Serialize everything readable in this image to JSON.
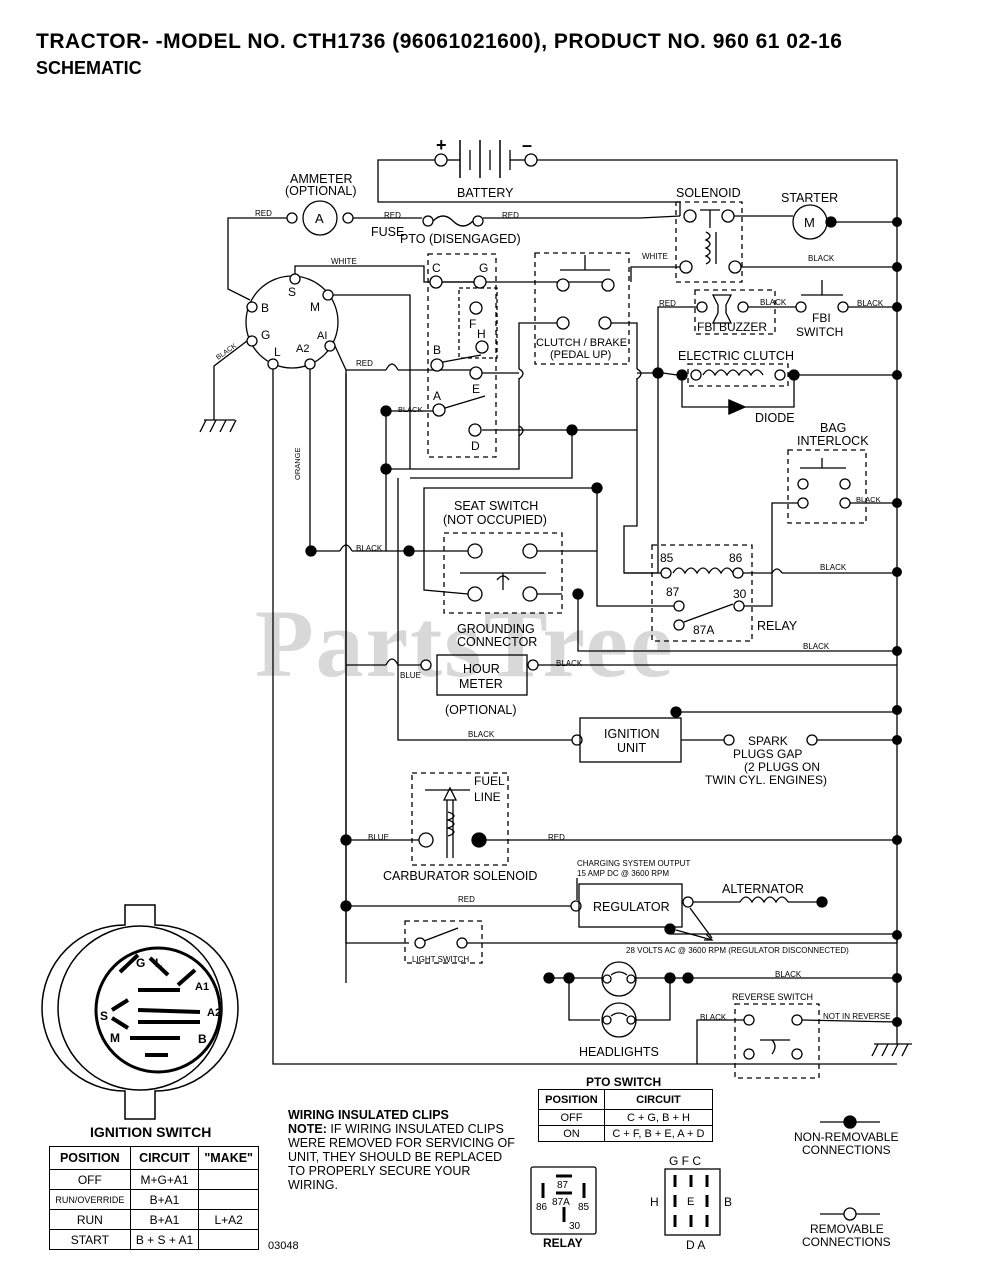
{
  "header": {
    "title": "TRACTOR- -MODEL NO. CTH1736 (96061021600), PRODUCT NO. 960 61 02-16",
    "subtitle": "SCHEMATIC"
  },
  "watermark": "PartsTree",
  "labels": {
    "battery": "BATTERY",
    "ammeter": "AMMETER",
    "ammeter_opt": "(OPTIONAL)",
    "ammeter_letter": "A",
    "fuse": "FUSE",
    "pto_disengaged": "PTO (DISENGAGED)",
    "solenoid": "SOLENOID",
    "starter": "STARTER",
    "starter_letter": "M",
    "fbi_buzzer": "FBI BUZZER",
    "fbi_switch_1": "FBI",
    "fbi_switch_2": "SWITCH",
    "clutch_brake_1": "CLUTCH / BRAKE",
    "clutch_brake_2": "(PEDAL UP)",
    "electric_clutch": "ELECTRIC CLUTCH",
    "diode": "DIODE",
    "bag_interlock_1": "BAG",
    "bag_interlock_2": "INTERLOCK",
    "seat_switch_1": "SEAT SWITCH",
    "seat_switch_2": "(NOT OCCUPIED)",
    "grounding_1": "GROUNDING",
    "grounding_2": "CONNECTOR",
    "relay": "RELAY",
    "relay_85": "85",
    "relay_86": "86",
    "relay_87": "87",
    "relay_30": "30",
    "relay_87a": "87A",
    "hour_meter_1": "HOUR",
    "hour_meter_2": "METER",
    "hour_meter_opt": "(OPTIONAL)",
    "ignition_unit_1": "IGNITION",
    "ignition_unit_2": "UNIT",
    "spark_1": "SPARK",
    "spark_2": "PLUGS GAP",
    "spark_3": "(2 PLUGS ON",
    "spark_4": "TWIN CYL. ENGINES)",
    "fuel_line_1": "FUEL",
    "fuel_line_2": "LINE",
    "carb_solenoid": "CARBURATOR SOLENOID",
    "charging_1": "CHARGING SYSTEM OUTPUT",
    "charging_2": "15 AMP DC @ 3600 RPM",
    "regulator": "REGULATOR",
    "alternator": "ALTERNATOR",
    "ac_note": "28 VOLTS AC @ 3600 RPM (REGULATOR DISCONNECTED)",
    "light_switch": "LIGHT SWITCH",
    "headlights": "HEADLIGHTS",
    "reverse_switch": "REVERSE SWITCH",
    "not_in_reverse": "NOT IN REVERSE",
    "ignition_switch": "IGNITION SWITCH",
    "pto_switch": "PTO SWITCH",
    "non_removable_1": "NON-REMOVABLE",
    "non_removable_2": "CONNECTIONS",
    "removable_1": "REMOVABLE",
    "removable_2": "CONNECTIONS",
    "relay_pinout": "RELAY",
    "doc_number": "03048",
    "plus": "+",
    "minus": "–"
  },
  "ignition_terminals": [
    "B",
    "S",
    "M",
    "G",
    "L",
    "A2",
    "AI"
  ],
  "pto_terminals": [
    "C",
    "G",
    "F",
    "H",
    "B",
    "E",
    "A",
    "D"
  ],
  "wire_colors": {
    "red": "RED",
    "white": "WHITE",
    "black": "BLACK",
    "orange": "ORANGE",
    "blue": "BLUE"
  },
  "note": {
    "heading": "WIRING INSULATED CLIPS",
    "label": "NOTE:",
    "text": "IF WIRING INSULATED CLIPS WERE REMOVED FOR SERVICING OF UNIT, THEY SHOULD BE REPLACED TO PROPERLY SECURE YOUR WIRING."
  },
  "ignition_table": {
    "headers": [
      "POSITION",
      "CIRCUIT",
      "\"MAKE\""
    ],
    "rows": [
      [
        "OFF",
        "M+G+A1",
        ""
      ],
      [
        "RUN/OVERRIDE",
        "B+A1",
        ""
      ],
      [
        "RUN",
        "B+A1",
        "L+A2"
      ],
      [
        "START",
        "B + S + A1",
        ""
      ]
    ]
  },
  "pto_table": {
    "headers": [
      "POSITION",
      "CIRCUIT"
    ],
    "rows": [
      [
        "OFF",
        "C + G, B + H"
      ],
      [
        "ON",
        "C + F, B + E, A + D"
      ]
    ]
  },
  "switch_face_letters": [
    "G",
    "L",
    "A1",
    "A2",
    "S",
    "M",
    "B"
  ],
  "pto_face_letters": {
    "top": "G F C",
    "left": "H",
    "center": "E",
    "right": "B",
    "bottom": "D A"
  },
  "relay_face_letters": [
    "87",
    "87A",
    "86",
    "85",
    "30"
  ]
}
